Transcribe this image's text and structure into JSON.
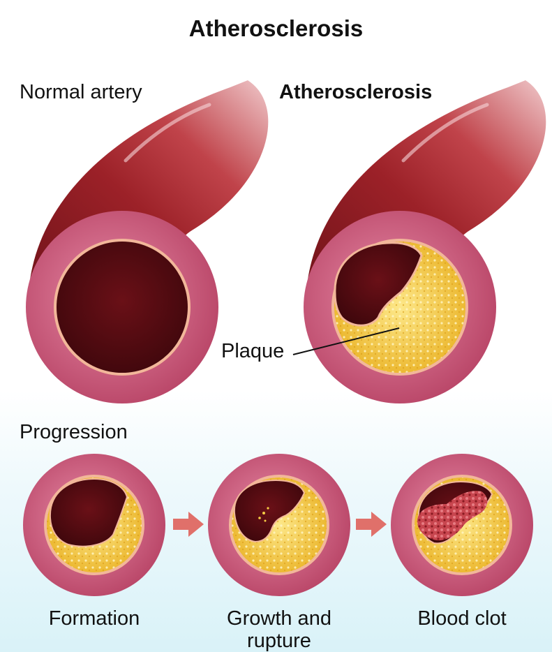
{
  "title": "Atherosclerosis",
  "top_labels": {
    "normal": "Normal artery",
    "athero": "Atherosclerosis",
    "plaque": "Plaque"
  },
  "progression": {
    "heading": "Progression",
    "stages": [
      "Formation",
      "Growth and rupture",
      "Blood clot"
    ]
  },
  "colors": {
    "vessel": "#8e1d22",
    "vessel_light": "#c2434a",
    "wall": "#d9708f",
    "lumen": "#5a0d14",
    "plaque": "#f3c93a",
    "clot": "#c8464f",
    "arrow": "#e0706a"
  }
}
